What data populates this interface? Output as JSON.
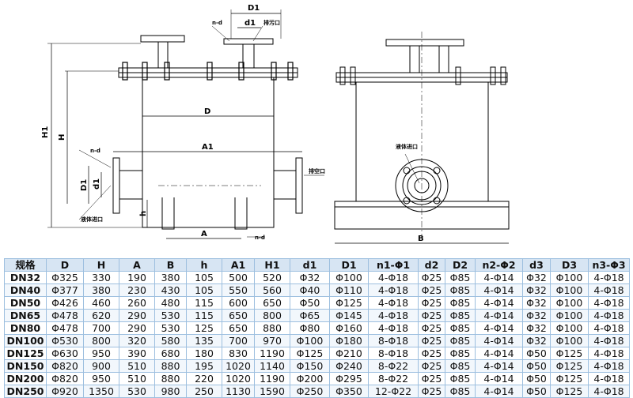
{
  "drawing": {
    "dims": {
      "D1": "D1",
      "d1": "d1",
      "D": "D",
      "A1": "A1",
      "H1": "H1",
      "H": "H",
      "h": "h",
      "A": "A",
      "B": "B",
      "n_d_top": "n-d",
      "n_d_left": "n-d",
      "n_d_bottom": "n-d",
      "D1_left": "D1",
      "d1_left": "d1"
    },
    "labels": {
      "top_outlet": "排污口",
      "inlet_left": "液体进口",
      "vent": "排空口",
      "inlet_side": "液体进口"
    }
  },
  "table": {
    "headers": [
      "规格",
      "D",
      "H",
      "A",
      "B",
      "h",
      "A1",
      "H1",
      "d1",
      "D1",
      "n1-Φ1",
      "d2",
      "D2",
      "n2-Φ2",
      "d3",
      "D3",
      "n3-Φ3"
    ],
    "rows": [
      [
        "DN32",
        "Φ325",
        "330",
        "190",
        "380",
        "105",
        "500",
        "520",
        "Φ32",
        "Φ100",
        "4-Φ18",
        "Φ25",
        "Φ85",
        "4-Φ14",
        "Φ32",
        "Φ100",
        "4-Φ18"
      ],
      [
        "DN40",
        "Φ377",
        "380",
        "230",
        "430",
        "105",
        "550",
        "560",
        "Φ40",
        "Φ110",
        "4-Φ18",
        "Φ25",
        "Φ85",
        "4-Φ14",
        "Φ32",
        "Φ100",
        "4-Φ18"
      ],
      [
        "DN50",
        "Φ426",
        "460",
        "260",
        "480",
        "115",
        "600",
        "650",
        "Φ50",
        "Φ125",
        "4-Φ18",
        "Φ25",
        "Φ85",
        "4-Φ14",
        "Φ32",
        "Φ100",
        "4-Φ18"
      ],
      [
        "DN65",
        "Φ478",
        "620",
        "290",
        "530",
        "115",
        "650",
        "800",
        "Φ65",
        "Φ145",
        "4-Φ18",
        "Φ25",
        "Φ85",
        "4-Φ14",
        "Φ32",
        "Φ100",
        "4-Φ18"
      ],
      [
        "DN80",
        "Φ478",
        "700",
        "290",
        "530",
        "125",
        "650",
        "880",
        "Φ80",
        "Φ160",
        "4-Φ18",
        "Φ25",
        "Φ85",
        "4-Φ14",
        "Φ32",
        "Φ100",
        "4-Φ18"
      ],
      [
        "DN100",
        "Φ530",
        "800",
        "320",
        "580",
        "135",
        "700",
        "970",
        "Φ100",
        "Φ180",
        "8-Φ18",
        "Φ25",
        "Φ85",
        "4-Φ14",
        "Φ32",
        "Φ100",
        "4-Φ18"
      ],
      [
        "DN125",
        "Φ630",
        "950",
        "390",
        "680",
        "180",
        "830",
        "1190",
        "Φ125",
        "Φ210",
        "8-Φ18",
        "Φ25",
        "Φ85",
        "4-Φ14",
        "Φ50",
        "Φ125",
        "4-Φ18"
      ],
      [
        "DN150",
        "Φ820",
        "900",
        "510",
        "880",
        "195",
        "1020",
        "1140",
        "Φ150",
        "Φ240",
        "8-Φ22",
        "Φ25",
        "Φ85",
        "4-Φ14",
        "Φ50",
        "Φ125",
        "4-Φ18"
      ],
      [
        "DN200",
        "Φ820",
        "950",
        "510",
        "880",
        "220",
        "1020",
        "1190",
        "Φ200",
        "Φ295",
        "8-Φ22",
        "Φ25",
        "Φ85",
        "4-Φ14",
        "Φ50",
        "Φ125",
        "4-Φ18"
      ],
      [
        "DN250",
        "Φ920",
        "1350",
        "530",
        "980",
        "250",
        "1130",
        "1590",
        "Φ250",
        "Φ350",
        "12-Φ22",
        "Φ25",
        "Φ85",
        "4-Φ14",
        "Φ50",
        "Φ125",
        "4-Φ18"
      ]
    ]
  }
}
